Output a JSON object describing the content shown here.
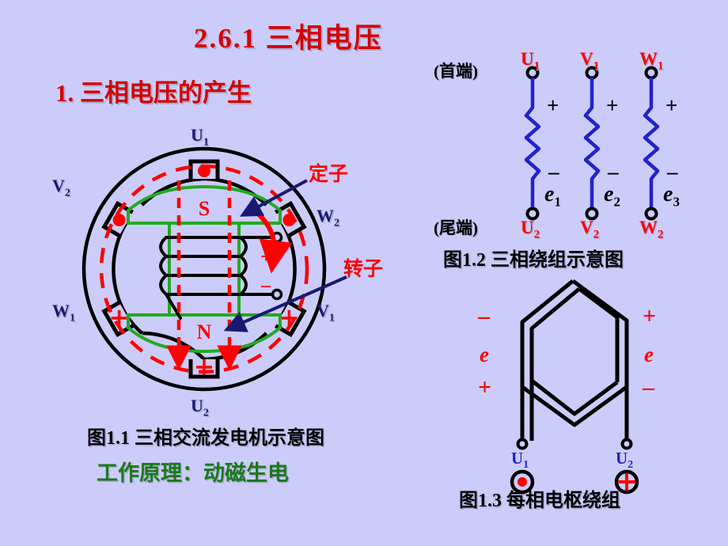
{
  "slide": {
    "background_color": "#ccccfb",
    "title": "2.6.1  三相电压",
    "subtitle": "1. 三相电压的产生",
    "title_color": "#d40000"
  },
  "figure_1_1": {
    "caption": "图1.1  三相交流发电机示意图",
    "principle_note": "工作原理：动磁生电",
    "principle_color": "#1a7a1a",
    "annotations": [
      {
        "name": "stator",
        "text": "定子",
        "color": "#ff0000"
      },
      {
        "name": "rotor",
        "text": "转子",
        "color": "#ff0000"
      }
    ],
    "rotor_poles": {
      "north": "N",
      "south": "S",
      "color": "#ff0000"
    },
    "coil_terminals": [
      {
        "name": "positive-terminal",
        "sign": "+"
      },
      {
        "name": "negative-terminal",
        "sign": "–"
      }
    ],
    "slots": [
      {
        "name": "U1",
        "label": "U",
        "subscript": "1",
        "symbol": "dot",
        "angle_deg": 90
      },
      {
        "name": "W2",
        "label": "W",
        "subscript": "2",
        "symbol": "dot",
        "angle_deg": 30
      },
      {
        "name": "V1",
        "label": "V",
        "subscript": "1",
        "symbol": "cross",
        "angle_deg": -30
      },
      {
        "name": "U2",
        "label": "U",
        "subscript": "2",
        "symbol": "cross",
        "angle_deg": -90
      },
      {
        "name": "W1",
        "label": "W",
        "subscript": "1",
        "symbol": "cross",
        "angle_deg": -150
      },
      {
        "name": "V2",
        "label": "V",
        "subscript": "2",
        "symbol": "dot",
        "angle_deg": 150
      }
    ],
    "label_color": "#191970"
  },
  "figure_1_2": {
    "caption": "图1.2  三相绕组示意图",
    "head_end_label": "(首端)",
    "tail_end_label": "(尾端)",
    "windings": [
      {
        "top": "U",
        "top_sub": "1",
        "bottom": "U",
        "bottom_sub": "2",
        "plus": "+",
        "minus": "–",
        "emf": "e",
        "emf_sub": "1"
      },
      {
        "top": "V",
        "top_sub": "1",
        "bottom": "V",
        "bottom_sub": "2",
        "plus": "+",
        "minus": "–",
        "emf": "e",
        "emf_sub": "2"
      },
      {
        "top": "W",
        "top_sub": "1",
        "bottom": "W",
        "bottom_sub": "2",
        "plus": "+",
        "minus": "–",
        "emf": "e",
        "emf_sub": "3"
      }
    ],
    "terminal_color": "#ff0000",
    "coil_color": "#2222cc"
  },
  "figure_1_3": {
    "caption": "图1.3  每相电枢绕组",
    "left_top_sign": "–",
    "left_emf": "e",
    "left_bottom_sign": "+",
    "right_top_sign": "+",
    "right_emf": "e",
    "right_bottom_sign": "–",
    "left_terminal": "U",
    "left_terminal_sub": "1",
    "left_terminal_symbol": "dot",
    "right_terminal": "U",
    "right_terminal_sub": "2",
    "right_terminal_symbol": "cross",
    "label_color": "#2222cc",
    "sign_color": "#ff0000"
  }
}
